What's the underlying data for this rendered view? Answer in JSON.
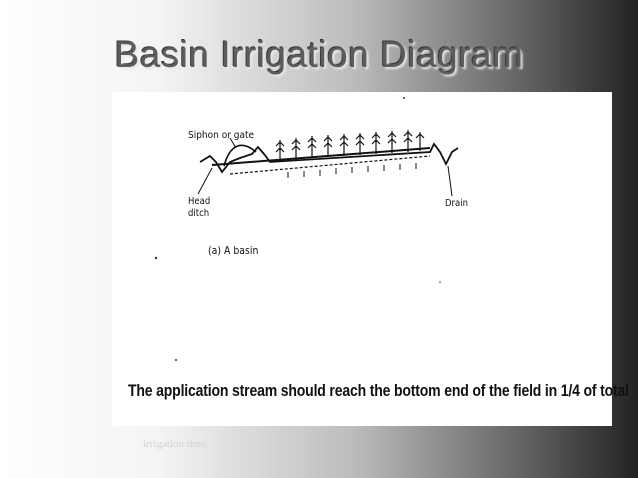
{
  "slide": {
    "title": "Basin Irrigation Diagram",
    "footer_text": "irrigation time."
  },
  "diagram": {
    "labels": {
      "siphon": "Siphon or gate",
      "head_line1": "Head",
      "head_line2": "ditch",
      "drain": "Drain",
      "caption": "(a)  A basin"
    },
    "statement": "The application stream should reach the bottom end of the field in 1/4 of total"
  }
}
